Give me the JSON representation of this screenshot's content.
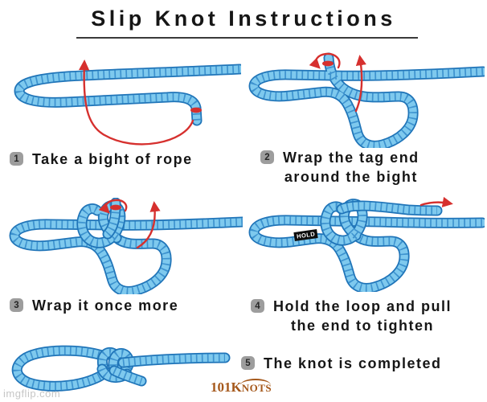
{
  "title": {
    "text": "Slip Knot Instructions"
  },
  "steps": [
    {
      "num": "1",
      "lines": [
        "Take a bight of rope"
      ]
    },
    {
      "num": "2",
      "lines": [
        "Wrap the tag end",
        "around the bight"
      ]
    },
    {
      "num": "3",
      "lines": [
        "Wrap it once more"
      ]
    },
    {
      "num": "4",
      "lines": [
        "Hold the loop and pull",
        "the end to tighten"
      ]
    },
    {
      "num": "5",
      "lines": [
        "The knot is completed"
      ]
    }
  ],
  "annotations": {
    "hold": "HOLD"
  },
  "watermark": "imgflip.com",
  "logo": {
    "prefix": "101K",
    "suffix": "NOTS"
  },
  "colors": {
    "rope_fill": "#7ec9ee",
    "rope_outline": "#1f74b8",
    "rope_segment": "#3e93cf",
    "arrow_red": "#d6302e",
    "badge_bg": "#9d9d9d",
    "badge_text": "#262626",
    "hold_bg": "#0d0d0d",
    "hold_text": "#ffffff",
    "logo_color": "#a5581b",
    "watermark_color": "#c6c6c6",
    "text_color": "#161616",
    "underline_color": "#3a3a3a"
  }
}
